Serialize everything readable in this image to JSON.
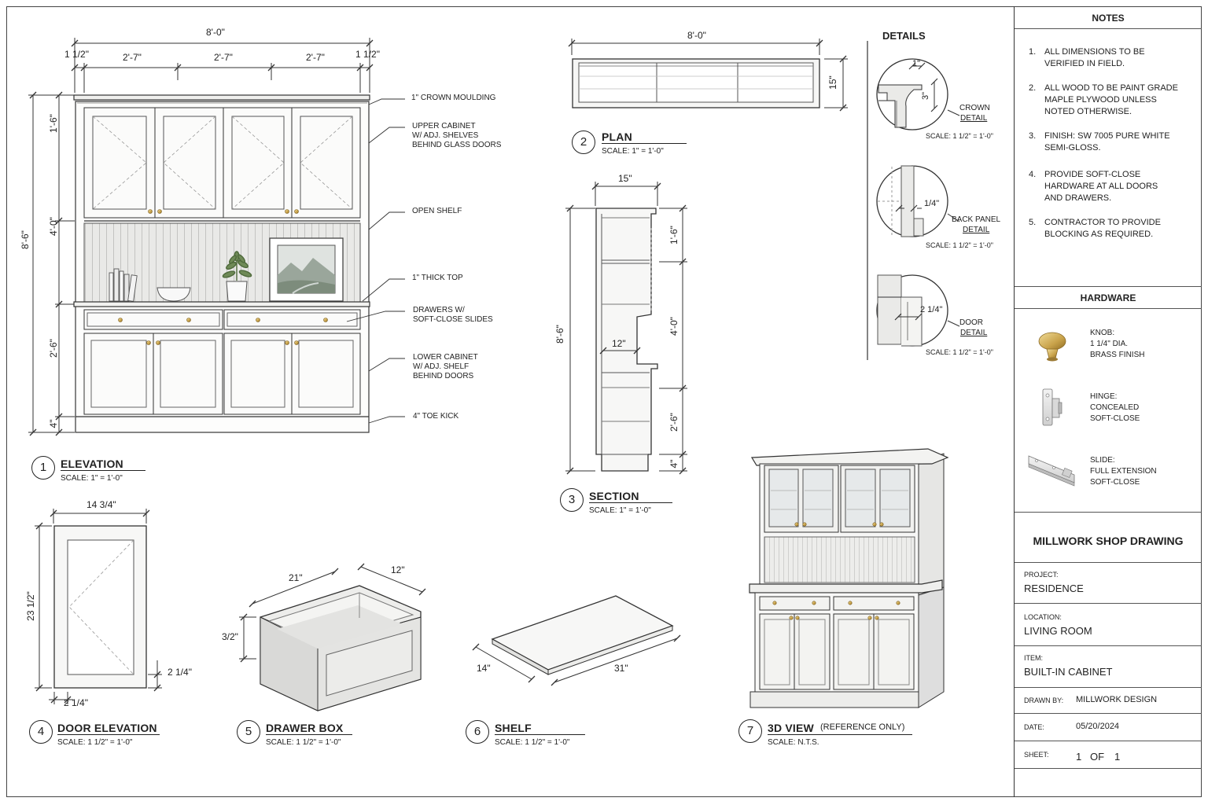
{
  "views": {
    "elevation": {
      "num": "1",
      "title": "ELEVATION",
      "scale": "SCALE:  1\" = 1'-0\""
    },
    "plan": {
      "num": "2",
      "title": "PLAN",
      "scale": "SCALE:  1\" = 1'-0\""
    },
    "section": {
      "num": "3",
      "title": "SECTION",
      "scale": "SCALE:  1\" = 1'-0\""
    },
    "door_elevation": {
      "num": "4",
      "title": "DOOR ELEVATION",
      "scale": "SCALE:  1 1/2\" = 1'-0\""
    },
    "drawer_box": {
      "num": "5",
      "title": "DRAWER BOX",
      "scale": "SCALE:  1 1/2\" = 1'-0\""
    },
    "shelf": {
      "num": "6",
      "title": "SHELF",
      "scale": "SCALE:  1 1/2\" = 1'-0\""
    },
    "view3d": {
      "num": "7",
      "title": "3D VIEW",
      "subtitle": "(REFERENCE ONLY)",
      "scale": "SCALE:  N.T.S."
    }
  },
  "elevation": {
    "dims": {
      "overall_width": "8'-0\"",
      "edge_left": "1 1/2\"",
      "bay1": "2'-7\"",
      "bay2": "2'-7\"",
      "bay3": "2'-7\"",
      "edge_right": "1 1/2\"",
      "overall_height": "8'-6\"",
      "upper": "1'-6\"",
      "middle": "4'-0\"",
      "lower": "2'-6\"",
      "kick": "4\""
    },
    "callouts": {
      "crown": "1\" CROWN MOULDING",
      "upper_cabinet": "UPPER CABINET\nW/ ADJ. SHELVES\nBEHIND GLASS DOORS",
      "open_shelf": "OPEN SHELF",
      "top": "1\" THICK TOP",
      "drawers": "DRAWERS W/\nSOFT-CLOSE SLIDES",
      "lower_cabinet": "LOWER CABINET\nW/ ADJ. SHELF\nBEHIND DOORS",
      "toe_kick": "4\" TOE KICK"
    }
  },
  "plan": {
    "width": "8'-0\"",
    "depth": "15\""
  },
  "section": {
    "depth_top": "15\"",
    "overall": "8'-6\"",
    "upper": "1'-6\"",
    "middle": "4'-0\"",
    "lower": "2'-6\"",
    "kick": "4\"",
    "counter_depth": "12\""
  },
  "details": {
    "heading": "DETAILS",
    "crown": {
      "dim_a": "1\"",
      "dim_b": "3\"",
      "name": "CROWN",
      "word": "DETAIL",
      "scale": "SCALE:  1 1/2\" = 1'-0\""
    },
    "back_panel": {
      "dim": "1/4\"",
      "name": "BACK PANEL",
      "word": "DETAIL",
      "scale": "SCALE:  1 1/2\" = 1'-0\""
    },
    "door": {
      "dim": "2 1/4\"",
      "name": "DOOR",
      "word": "DETAIL",
      "scale": "SCALE:  1 1/2\" = 1'-0\""
    }
  },
  "door_elevation": {
    "width": "14 3/4\"",
    "height": "23 1/2\"",
    "stile": "2 1/4\"",
    "rail": "2 1/4\""
  },
  "drawer_box": {
    "length": "21\"",
    "depth": "12\"",
    "height": "3/2\""
  },
  "shelf": {
    "depth": "14\"",
    "length": "31\""
  },
  "titleblock": {
    "notes_heading": "NOTES",
    "notes": [
      {
        "num": "1.",
        "text": "ALL DIMENSIONS TO BE\nVERIFIED IN FIELD."
      },
      {
        "num": "2.",
        "text": "ALL WOOD TO BE PAINT GRADE\nMAPLE PLYWOOD UNLESS\nNOTED OTHERWISE."
      },
      {
        "num": "3.",
        "text": "FINISH: SW 7005 PURE WHITE\nSEMI-GLOSS."
      },
      {
        "num": "4.",
        "text": "PROVIDE SOFT-CLOSE\nHARDWARE AT ALL DOORS\nAND DRAWERS."
      },
      {
        "num": "5.",
        "text": "CONTRACTOR TO PROVIDE\nBLOCKING AS REQUIRED."
      }
    ],
    "hardware_heading": "HARDWARE",
    "hardware": [
      {
        "text": "KNOB:\n1 1/4\" DIA.\nBRASS FINISH",
        "icon": "brass-knob-icon"
      },
      {
        "text": "HINGE:\nCONCEALED\nSOFT-CLOSE",
        "icon": "hinge-icon"
      },
      {
        "text": "SLIDE:\nFULL EXTENSION\nSOFT-CLOSE",
        "icon": "drawer-slide-icon"
      }
    ],
    "sheet_title": "MILLWORK SHOP DRAWING",
    "project_label": "PROJECT:",
    "project": "RESIDENCE",
    "location_label": "LOCATION:",
    "location": "LIVING ROOM",
    "item_label": "ITEM:",
    "item": "BUILT-IN CABINET",
    "drawn_by_label": "DRAWN BY:",
    "drawn_by": "MILLWORK DESIGN",
    "date_label": "DATE:",
    "date": "05/20/2024",
    "sheet_label": "SHEET:",
    "sheet_num": "1",
    "sheet_of": "OF",
    "sheet_total": "1"
  },
  "colors": {
    "line": "#333333",
    "wood": "#f4f4f2",
    "brass": "#c8a24a",
    "shadow": "#d8d8d6"
  }
}
